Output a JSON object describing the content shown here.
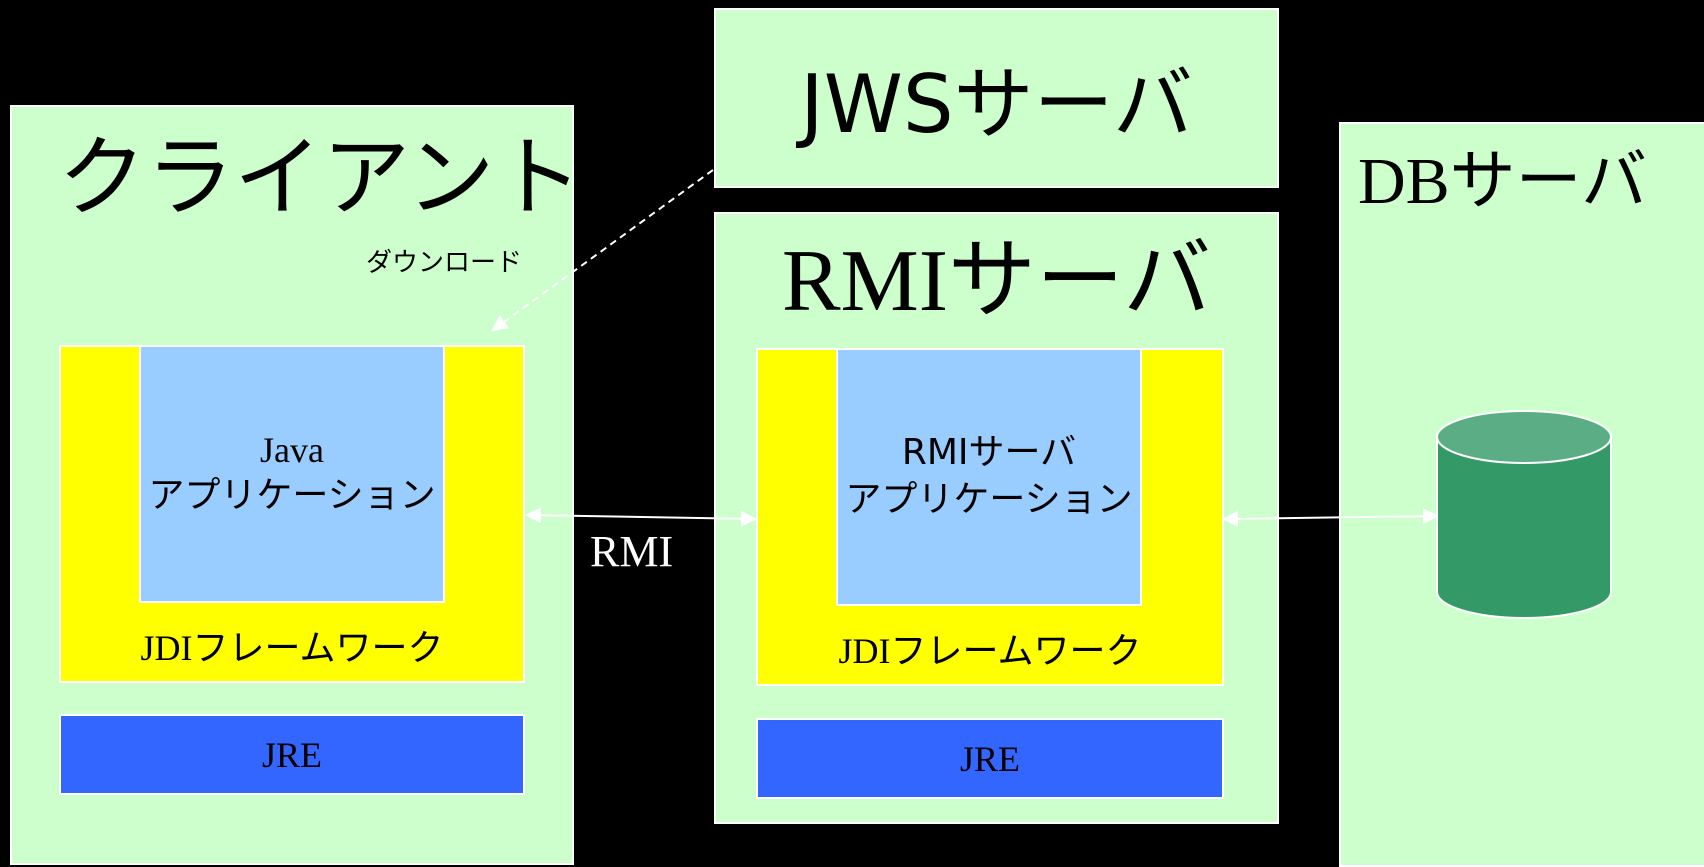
{
  "colors": {
    "background": "#000000",
    "panel": "#ccffcc",
    "framework": "#ffff00",
    "application": "#99ccff",
    "jre": "#3366ff",
    "database": "#339966",
    "database_top": "#5aad84",
    "connector": "#ffffff"
  },
  "client": {
    "title": "クライアント",
    "download_label": "ダウンロード",
    "app_line1": "Java",
    "app_line2": "アプリケーション",
    "framework_label": "JDIフレームワーク",
    "jre_label": "JRE"
  },
  "jws_server": {
    "title": "JWSサーバ"
  },
  "rmi_server": {
    "title": "RMIサーバ",
    "app_line1": "RMIサーバ",
    "app_line2": "アプリケーション",
    "framework_label": "JDIフレームワーク",
    "jre_label": "JRE"
  },
  "db_server": {
    "title": "DBサーバ",
    "icon": "database-cylinder-icon"
  },
  "connections": {
    "rmi_label": "RMI"
  }
}
